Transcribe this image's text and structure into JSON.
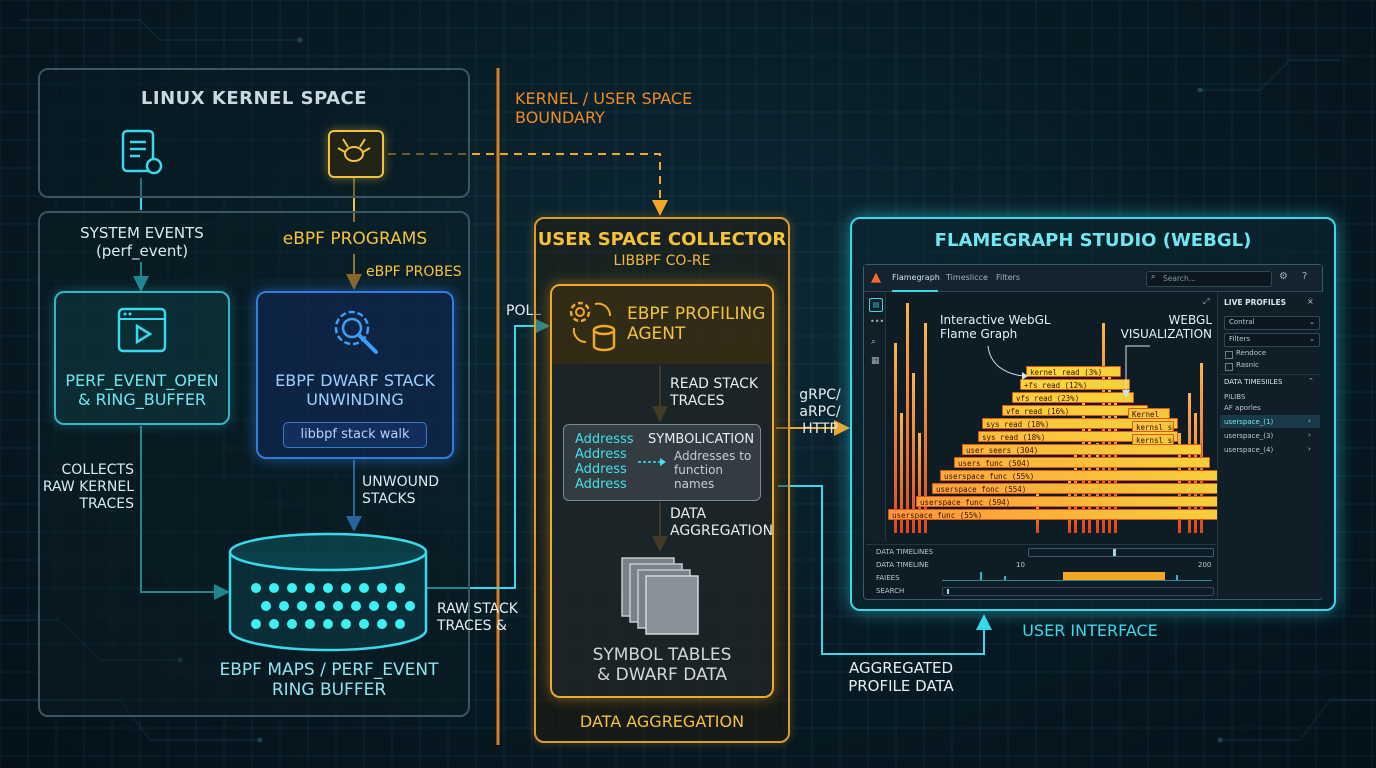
{
  "kernel": {
    "title": "LINUX KERNEL SPACE",
    "system_events": [
      "SYSTEM EVENTS",
      "(perf_event)"
    ],
    "ebpf_programs": "eBPF PROGRAMS",
    "ebpf_probes": "eBPF PROBES",
    "perf_box": [
      "PERF_EVENT_OPEN",
      "& RING_BUFFER"
    ],
    "dwarf_box": [
      "EBPF DWARF STACK",
      "UNWINDING"
    ],
    "libbpf_tag": "libbpf stack walk",
    "collects": [
      "COLLECTS",
      "RAW KERNEL",
      "TRACES"
    ],
    "unwound": [
      "UNWOUND",
      "STACKS"
    ],
    "maps": [
      "EBPF MAPS / PERF_EVENT",
      "RING BUFFER"
    ]
  },
  "boundary": [
    "KERNEL / USER SPACE",
    "BOUNDARY"
  ],
  "poll": "POLL",
  "raw_stack": [
    "RAW STACK",
    "TRACES &"
  ],
  "collector": {
    "title": "USER SPACE COLLECTOR",
    "subtitle": "LIBBPF CO-RE",
    "agent": [
      "EBPF PROFILING",
      "AGENT"
    ],
    "read_stack": [
      "READ STACK",
      "TRACES"
    ],
    "addresses": [
      "Addresss",
      "Address",
      "Address",
      "Address"
    ],
    "symbolication": "SYMBOLICATION",
    "sym_desc": [
      "Addresses to",
      "function",
      "names"
    ],
    "data_agg_arrow": [
      "DATA",
      "AGGREGATION"
    ],
    "symbol_tables": [
      "SYMBOL TABLES",
      "& DWARF DATA"
    ],
    "footer": "DATA AGGREGATION"
  },
  "grpc": [
    "gRPC/",
    "aRPC/",
    "HTTP"
  ],
  "aggregated": [
    "AGGREGATED",
    "PROFILE DATA"
  ],
  "studio": {
    "title": "FLAMEGRAPH STUDIO (WEBGL)",
    "tabs": [
      "Flamegraph",
      "Timeslicce",
      "Filters"
    ],
    "search_placeholder": "Search...",
    "annot_left": [
      "Interactive WebGL",
      "Flame Graph"
    ],
    "annot_right": [
      "WEBGL",
      "VISUALIZATION"
    ],
    "bars": [
      "kernel_read (3%)",
      "+fs_read (12%)",
      "vfs_read (23%)",
      "vfe_read (16%)",
      "sys_read (18%)",
      "sys_read (18%)",
      "user_seers (304)",
      "users_func (504)",
      "userspace_func (55%)",
      "userspace_fonc (554)",
      "userspace_func (594)",
      "userspace_func (55%)"
    ],
    "right_bars": [
      "Kernel",
      "kernsl_sp",
      "kernsl_sp"
    ],
    "side": {
      "title": "LIVE PROFILES",
      "select1": "Contral",
      "select2": "Filters",
      "check1": "Rendoce",
      "check2": "Rasnic",
      "section": "DATA TIMESIILES",
      "sub1": "PILIBS",
      "sub2": "AF aporles",
      "items": [
        "userspace_(1)",
        "userspace_(3)",
        "userspace_(4)"
      ]
    },
    "timeline": {
      "rows": [
        "DATA TIMELINES",
        "DATA TIMELINE",
        "FAIEES",
        "SEARCH"
      ],
      "tick_start": "10",
      "tick_end": "200"
    },
    "footer": "USER INTERFACE"
  }
}
